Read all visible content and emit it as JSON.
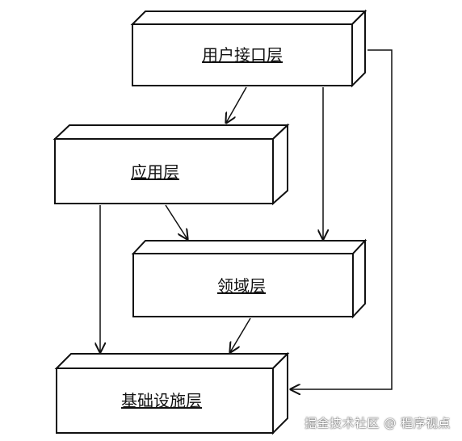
{
  "layers": {
    "user_interface": "用户接口层",
    "application": "应用层",
    "domain": "领域层",
    "infrastructure": "基础设施层"
  },
  "watermark": "掘金技术社区 @ 程序视点"
}
